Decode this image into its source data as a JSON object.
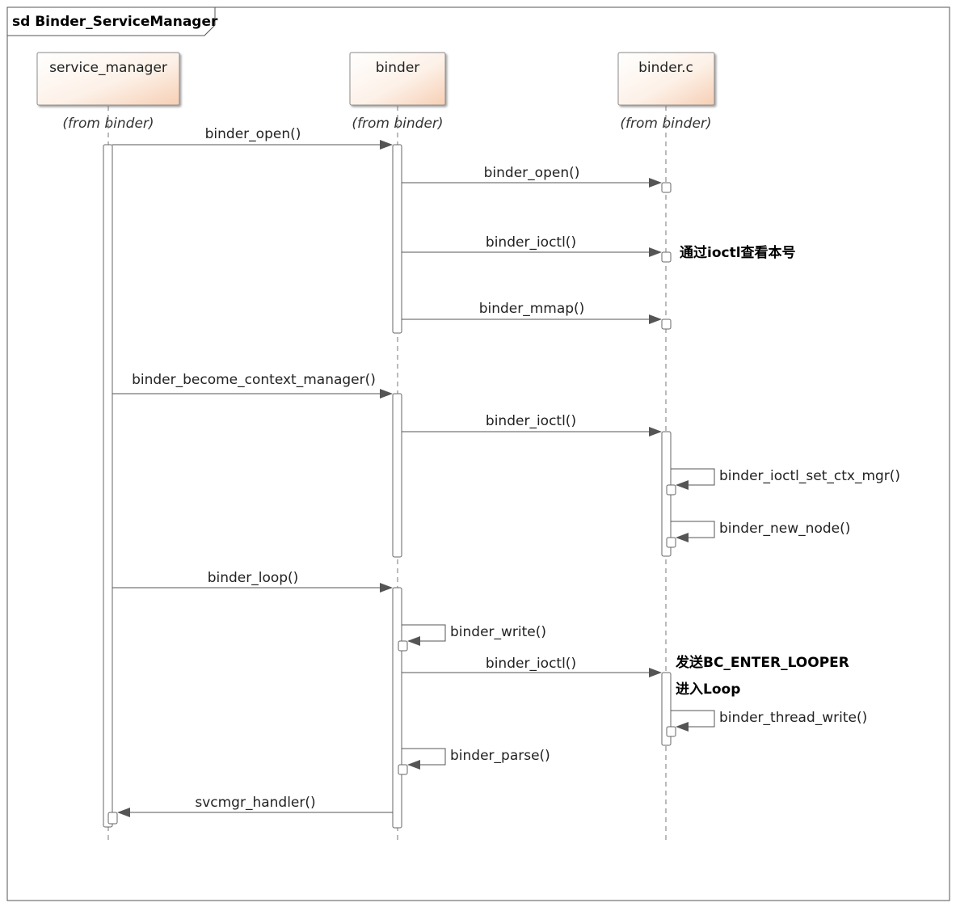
{
  "frame": {
    "title": "sd Binder_ServiceManager"
  },
  "lifelines": [
    {
      "id": "sm",
      "name": "service_manager",
      "stereo": "(from binder)"
    },
    {
      "id": "bd",
      "name": "binder",
      "stereo": "(from binder)"
    },
    {
      "id": "bc",
      "name": "binder.c",
      "stereo": "(from binder)"
    }
  ],
  "messages": [
    {
      "label": "binder_open()"
    },
    {
      "label": "binder_open()"
    },
    {
      "label": "binder_ioctl()"
    },
    {
      "label": "binder_mmap()"
    },
    {
      "label": "binder_become_context_manager()"
    },
    {
      "label": "binder_ioctl()"
    },
    {
      "label": "binder_ioctl_set_ctx_mgr()"
    },
    {
      "label": "binder_new_node()"
    },
    {
      "label": "binder_loop()"
    },
    {
      "label": "binder_write()"
    },
    {
      "label": "binder_ioctl()"
    },
    {
      "label": "binder_thread_write()"
    },
    {
      "label": "binder_parse()"
    },
    {
      "label": "svcmgr_handler()"
    }
  ],
  "notes": [
    {
      "text": "通过ioctl查看本号"
    },
    {
      "text": "发送BC_ENTER_LOOPER"
    },
    {
      "text": "进入Loop"
    }
  ]
}
